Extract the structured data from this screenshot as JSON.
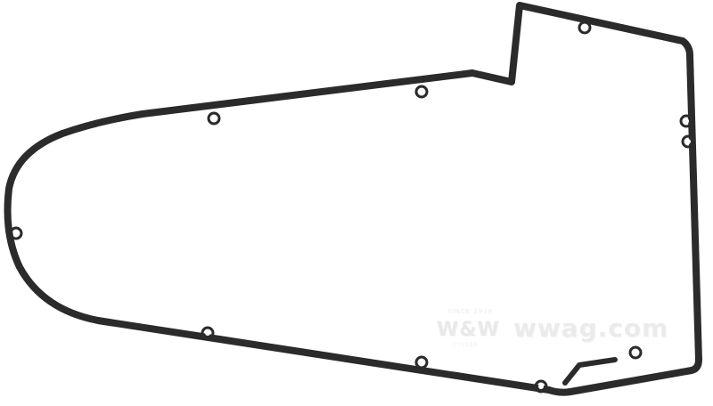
{
  "image": {
    "subject": "gasket-outline",
    "stroke_color": "#2b2b2b",
    "background_color": "#ffffff"
  },
  "watermark": {
    "logo_top": "SINCE 1979",
    "logo_text": "W&W",
    "logo_bottom": "CYCLES",
    "site": "wwag.com",
    "color": "#e8e8e8"
  }
}
